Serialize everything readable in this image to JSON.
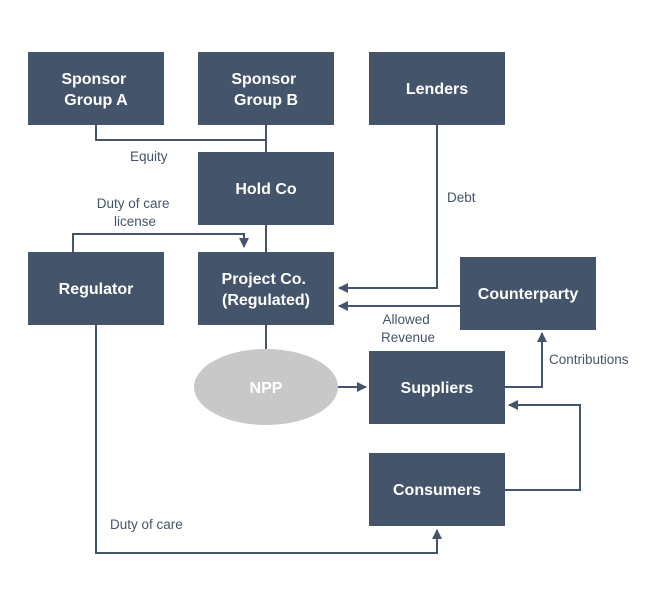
{
  "colors": {
    "box": "#44546a",
    "ellipse": "#c8c8c8",
    "line": "#44546a",
    "text_on_box": "#ffffff"
  },
  "boxes": {
    "sponsor_a": {
      "lines": [
        "Sponsor",
        "Group A"
      ]
    },
    "sponsor_b": {
      "lines": [
        "Sponsor",
        "Group B"
      ]
    },
    "lenders": {
      "lines": [
        "Lenders"
      ]
    },
    "hold_co": {
      "lines": [
        "Hold Co"
      ]
    },
    "regulator": {
      "lines": [
        "Regulator"
      ]
    },
    "project_co": {
      "lines": [
        "Project Co.",
        "(Regulated)"
      ]
    },
    "counterparty": {
      "lines": [
        "Counterparty"
      ]
    },
    "npp": {
      "lines": [
        "NPP"
      ]
    },
    "suppliers": {
      "lines": [
        "Suppliers"
      ]
    },
    "consumers": {
      "lines": [
        "Consumers"
      ]
    }
  },
  "labels": {
    "equity": [
      "Equity"
    ],
    "debt": [
      "Debt"
    ],
    "duty_license": [
      "Duty of care",
      "license"
    ],
    "allowed_revenue": [
      "Allowed",
      "Revenue"
    ],
    "contributions": [
      "Contributions"
    ],
    "duty_of_care": [
      "Duty of care"
    ]
  }
}
